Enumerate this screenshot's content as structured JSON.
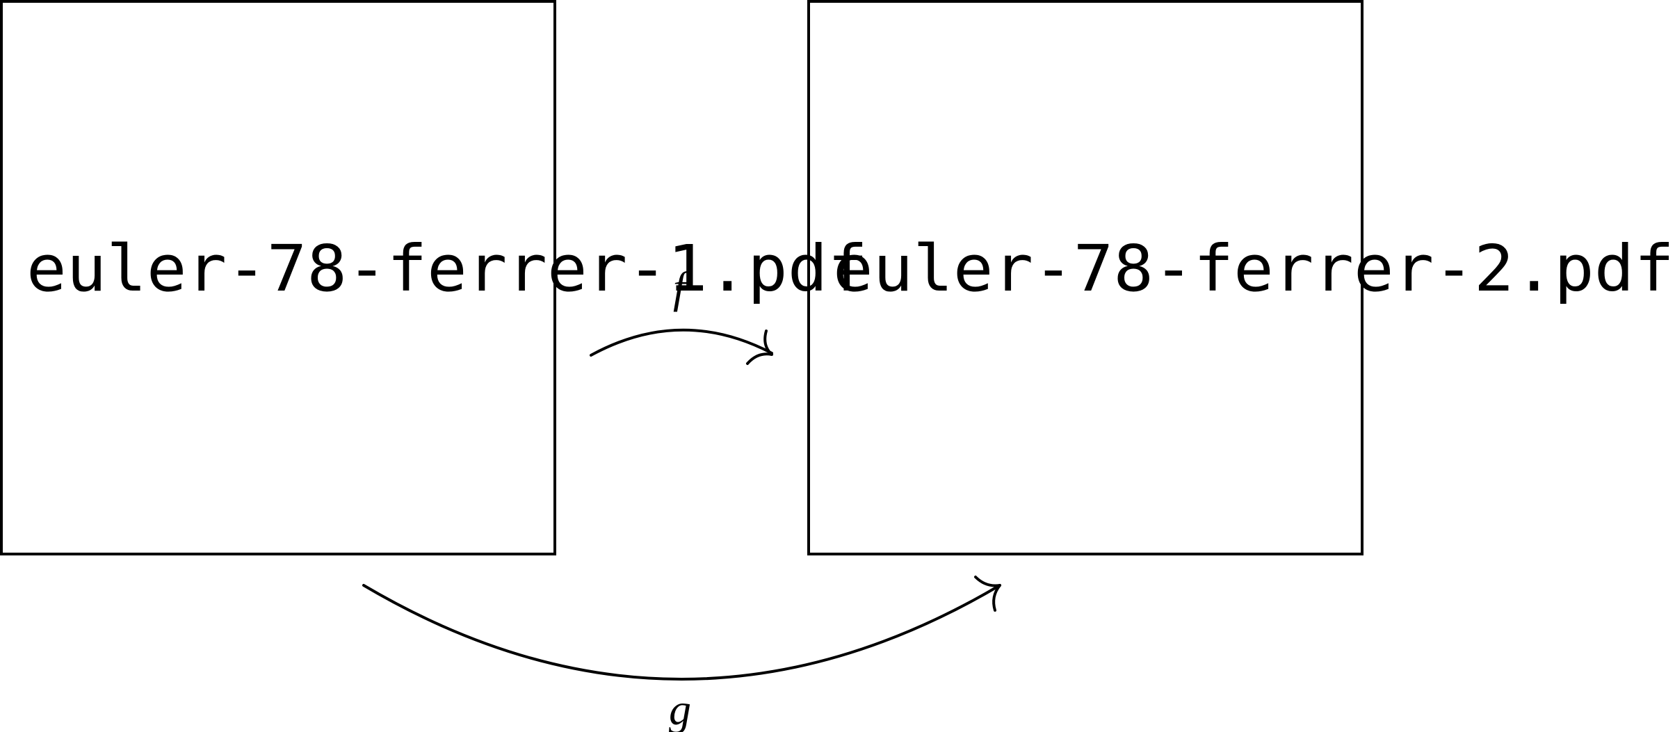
{
  "nodes": [
    {
      "id": "left",
      "label": "euler-78-ferrer-1.pdf"
    },
    {
      "id": "right",
      "label": "euler-78-ferrer-2.pdf"
    }
  ],
  "edges": [
    {
      "from": "left",
      "to": "right",
      "label": "f"
    },
    {
      "from": "left",
      "to": "right",
      "label": "g"
    }
  ]
}
